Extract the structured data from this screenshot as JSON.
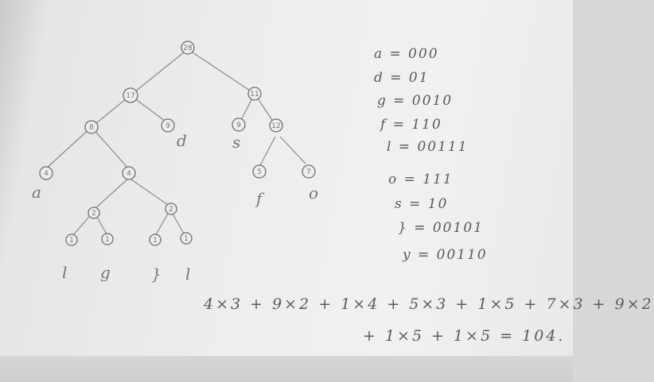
{
  "tree": {
    "nodes": {
      "root": "28",
      "n17": "17",
      "n11": "11",
      "n8": "8",
      "n9d": "9",
      "n9s": "9",
      "n12": "12",
      "n4a": "4",
      "n4": "4",
      "n5f": "5",
      "n7o": "7",
      "n2": "2",
      "n2b": "2",
      "l1": "1",
      "lg": "1",
      "lbr": "1",
      "ll": "1"
    },
    "leaf_labels": {
      "a": "a",
      "d": "d",
      "s": "s",
      "f": "f",
      "o": "o",
      "l": "l",
      "g": "g",
      "br": "}",
      "l2": "l"
    }
  },
  "codes": [
    "a = 000",
    "d = 01",
    "g = 0010",
    "f = 110",
    "l = 00111",
    "o = 111",
    "s = 10",
    "} = 00101",
    "y = 00110"
  ],
  "formula": {
    "line1": "4×3 + 9×2 + 1×4 + 5×3 + 1×5 + 7×3 + 9×2",
    "line2": "+ 1×5 + 1×5 = 104."
  }
}
